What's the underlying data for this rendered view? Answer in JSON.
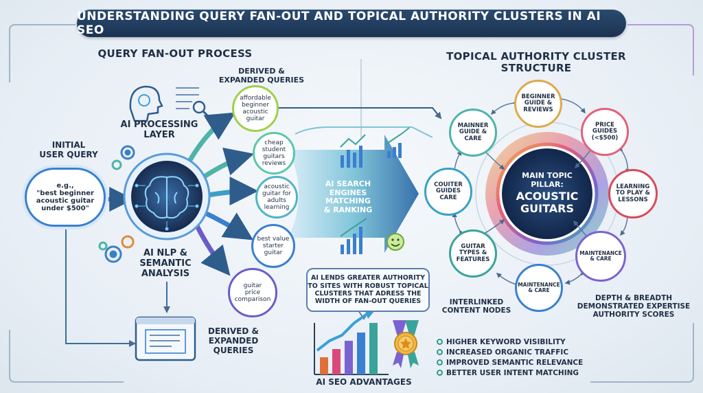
{
  "title": "UNDERSTANDING QUERY FAN-OUT AND TOPICAL AUTHORITY CLUSTERS IN AI SEO",
  "left_section": {
    "heading": "QUERY FAN-OUT PROCESS",
    "initial_query_label": "INITIAL\nUSER QUERY",
    "initial_query_text": "e.g.,\n\"best beginner\nacoustic guitar\nunder $500\"",
    "ai_processing_label": "AI PROCESSING\nLAYER",
    "ai_nlp_label": "AI NLP &\nSEMANTIC\nANALYSIS",
    "derived_top_label": "DERIVED &\nEXPANDED QUERIES",
    "derived_bottom_label": "DERIVED &\nEXPANDED\nQUERIES",
    "queries": [
      "affordable\nbeginner\nacoustic\nguitar",
      "cheap\nstudent\nguitars\nreviews",
      "acoustic\nguitar for\nadults\nlearning",
      "best value\nstarter\nguitar",
      "guitar\nprice\ncomparison"
    ]
  },
  "middle_section": {
    "engine_label": "AI SEARCH ENGINES\nMATCHING\n& RANKING",
    "callout": "AI LENDS GREATER AUTHORITY\nTO SITES WITH ROBUST TOPICAL\nCLUSTERS THAT ADRESS THE\nWIDTH OF FAN-OUT QUERIES",
    "advantages_label": "AI SEO ADVANTAGES"
  },
  "right_section": {
    "heading": "TOPICAL AUTHORITY CLUSTER STRUCTURE",
    "pillar_small": "MAIN TOPIC\nPILLAR:",
    "pillar_big": "ACOUSTIC\nGUITARS",
    "nodes": [
      "BEGINNER\nGUIDE &\nREVIEWS",
      "PRICE\nGUIDES\n(<$500)",
      "LEARNING\nTO PLAY &\nLESSONS",
      "MAINTENANCE\n& CARE",
      "MAINTENANCE\n& CARE",
      "GUITAR\nTYPES &\nFEATURES",
      "COUITER\nGUIDES\nCARE",
      "MAINNER\nGUIDE &\nCARE"
    ],
    "interlinked_label": "INTERLINKED\nCONTENT NODES",
    "depth_label": "DEPTH & BREADTH\nDEMONSTRATED EXPERTISE\nAUTHORITY SCORES",
    "advantages": [
      "HIGHER KEYWORD VISIBILITY",
      "INCREASED ORGANIC TRAFFIC",
      "IMPROVED SEMANTIC RELEVANCE",
      "BETTER USER INTENT MATCHING"
    ]
  },
  "colors": {
    "title_bg": "#1b3352",
    "query_ring": "#9fd04a",
    "brain_core": "#1f3b66",
    "pillar_core": "#173056",
    "arrow_teal": "#3aa39a",
    "arrow_blue": "#3a7fd0",
    "arrow_purple": "#6a5cc8"
  },
  "icons": [
    "brain-icon",
    "document-search-icon",
    "gear-icon",
    "monitor-icon",
    "bar-chart-icon",
    "smiley-icon",
    "medal-icon",
    "growth-chart-icon"
  ]
}
